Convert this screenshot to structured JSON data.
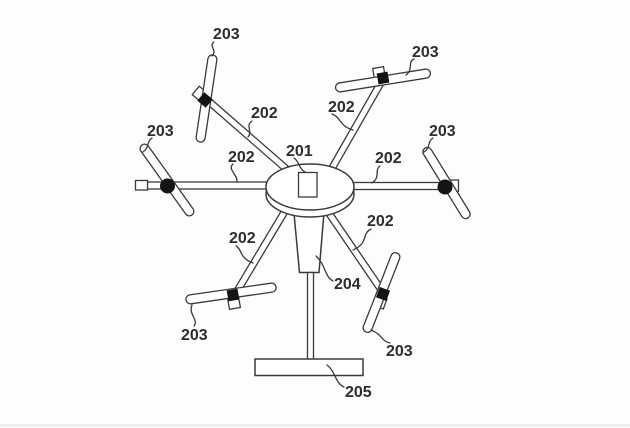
{
  "figure": {
    "colors": {
      "background": "#fdfdfd",
      "line": "#3a3a3a",
      "label_text": "#2d2d2d",
      "rotor_hub_fill": "#141414"
    },
    "callouts": [
      {
        "part": "propeller-top-left",
        "text": "203"
      },
      {
        "part": "propeller-top-right",
        "text": "203"
      },
      {
        "part": "arm-upper-left",
        "text": "202"
      },
      {
        "part": "arm-upper-right",
        "text": "202"
      },
      {
        "part": "propeller-left",
        "text": "203"
      },
      {
        "part": "propeller-right",
        "text": "203"
      },
      {
        "part": "central-body",
        "text": "201"
      },
      {
        "part": "arm-left",
        "text": "202"
      },
      {
        "part": "arm-right",
        "text": "202"
      },
      {
        "part": "arm-lower-right",
        "text": "202"
      },
      {
        "part": "arm-lower-left",
        "text": "202"
      },
      {
        "part": "support-column",
        "text": "204"
      },
      {
        "part": "propeller-bottom-left",
        "text": "203"
      },
      {
        "part": "propeller-bottom-right",
        "text": "203"
      },
      {
        "part": "base-plate",
        "text": "205"
      }
    ]
  }
}
